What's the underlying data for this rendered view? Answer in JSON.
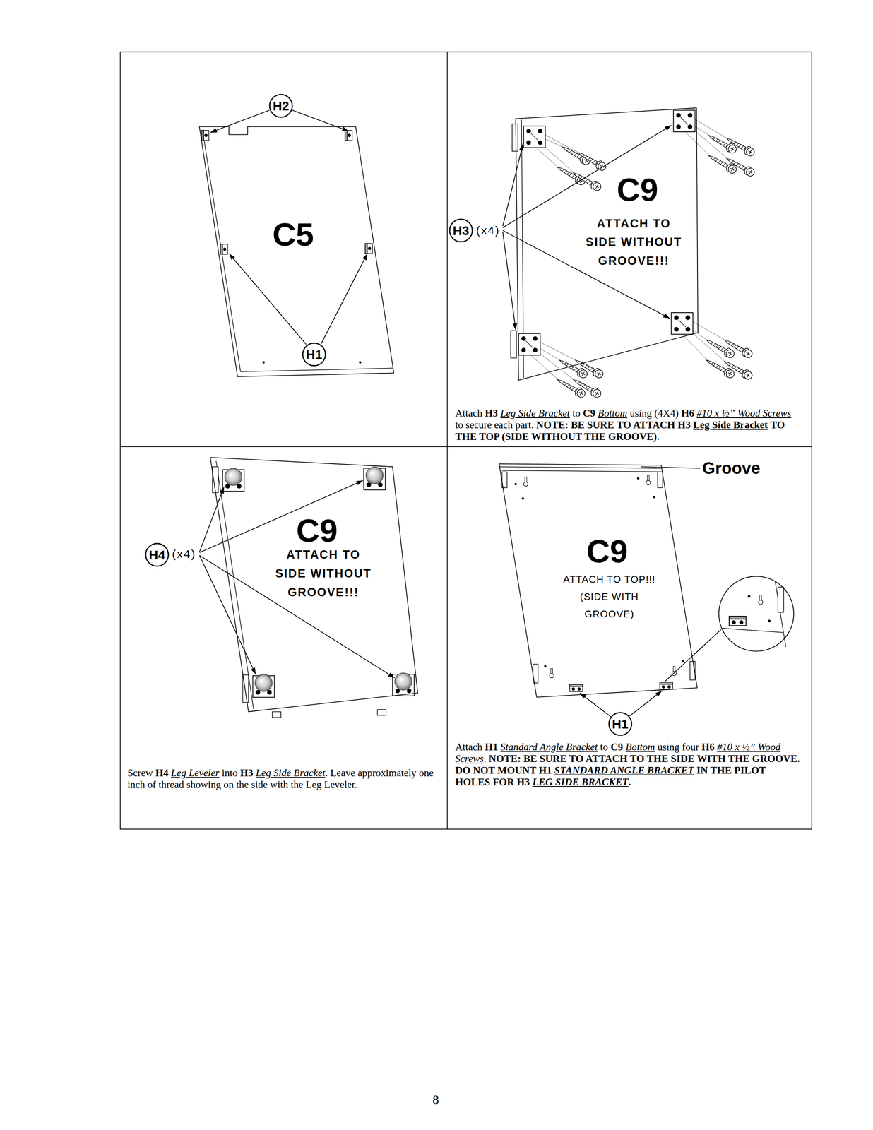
{
  "diagram": {
    "nodes": [
      {
        "text": [
          "H2"
        ]
      },
      {
        "text": [
          "C5"
        ]
      },
      {
        "text": [
          "H1"
        ],
        "in": 1
      },
      {
        "text": [
          "H3"
        ]
      },
      {
        "text": [
          "C9",
          "ATTACH TO SIDE WITHOUT GROOVE!!!"
        ]
      },
      {
        "text": [
          "H4"
        ]
      },
      {
        "text": [
          "C9",
          "ATTACH TO SIDE WITHOUT GROOVE!!!"
        ]
      },
      {
        "text": [
          "C9",
          "ATTACH TO TOP!!! (SIDE WITH GROOVE)"
        ]
      },
      {
        "text": [
          "H1"
        ]
      }
    ],
    "labels": [
      "(x4)",
      "Attach",
      "H3",
      "Leg Side Bracket",
      "to",
      "C9",
      "Bottom",
      "using (4X4)",
      "H6",
      "#10 x ½” Wood Screws",
      "to secure each part.",
      "NOTE: BE SURE TO ATTACH H3",
      "Leg Side Bracket",
      "TO THE TOP (SIDE WITHOUT THE GROOVE).",
      "(x4)",
      "Groove",
      "Screw",
      "H4",
      "Leg Leveler",
      "into",
      "H3",
      "Leg Side Bracket",
      ".",
      "Leave approximately one inch of thread showing on the side with the Leg Leveler.",
      "Attach",
      "H1",
      "Standard Angle Bracket",
      "to",
      "C9",
      "Bottom",
      "using four",
      "H6",
      "#10 x ½” Wood Screws",
      ".",
      "NOTE: BE SURE TO ATTACH TO THE SIDE WITH THE GROOVE. DO NOT MOUNT H1",
      "STANDARD ANGLE BRACKET",
      "IN THE PILOT HOLES FOR H3",
      "LEG SIDE BRACKET",
      ".",
      "8"
    ]
  }
}
